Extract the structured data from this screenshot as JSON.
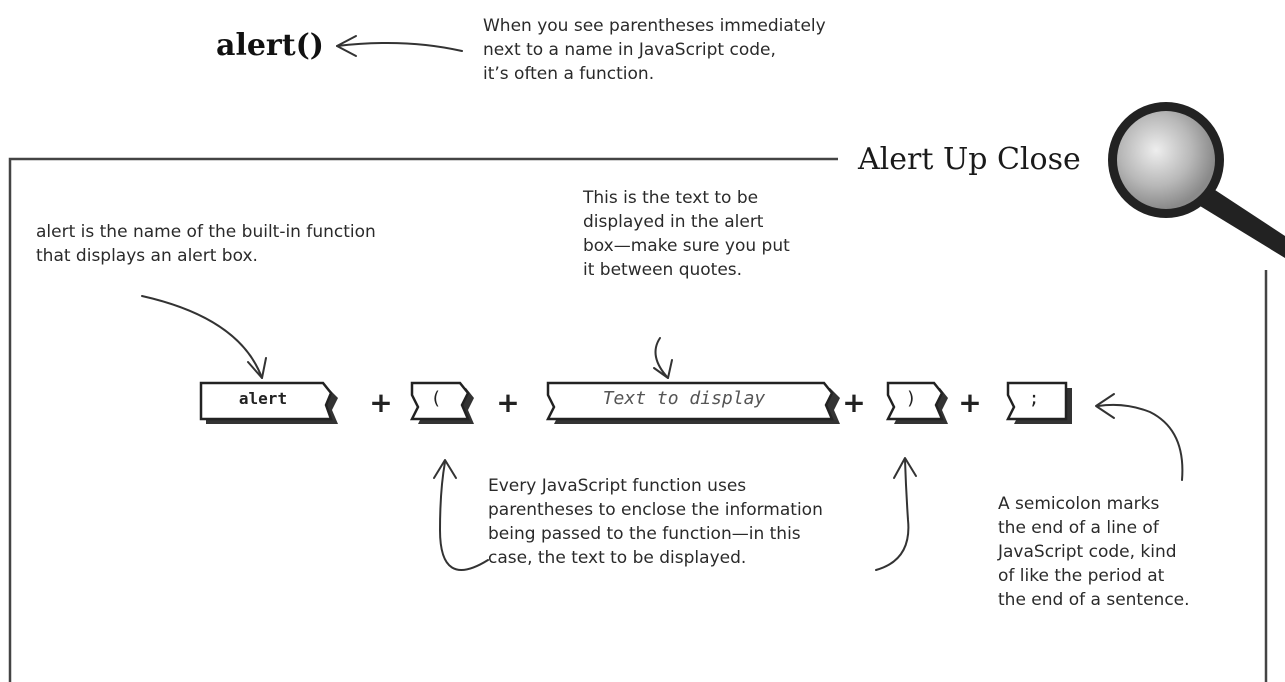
{
  "top_note": {
    "function_name": "alert()",
    "lines": [
      "When you see parentheses immediately",
      "next to a name in JavaScript code,",
      "it’s often a function."
    ]
  },
  "heading": "Alert Up Close",
  "tiles": {
    "alert": "alert",
    "open_paren": "(",
    "text": "Text to display",
    "close_paren": ")",
    "semicolon": ";"
  },
  "plus": "+",
  "annotations": {
    "alert_name": [
      "alert is the name of the built-in function",
      "that displays an alert box."
    ],
    "text_note": [
      "This is the text to be",
      "displayed in the alert",
      "box—make sure you put",
      "it between quotes."
    ],
    "parens_note": [
      "Every JavaScript function uses",
      "parentheses to enclose the information",
      "being passed to the function—in this",
      "case, the text to be displayed."
    ],
    "semicolon_note": [
      "A semicolon marks",
      "the end of a line of",
      "JavaScript code, kind",
      "of like the period at",
      "the end of a sentence."
    ]
  },
  "icons": [
    "magnifying-glass-icon",
    "arrow-icon"
  ]
}
